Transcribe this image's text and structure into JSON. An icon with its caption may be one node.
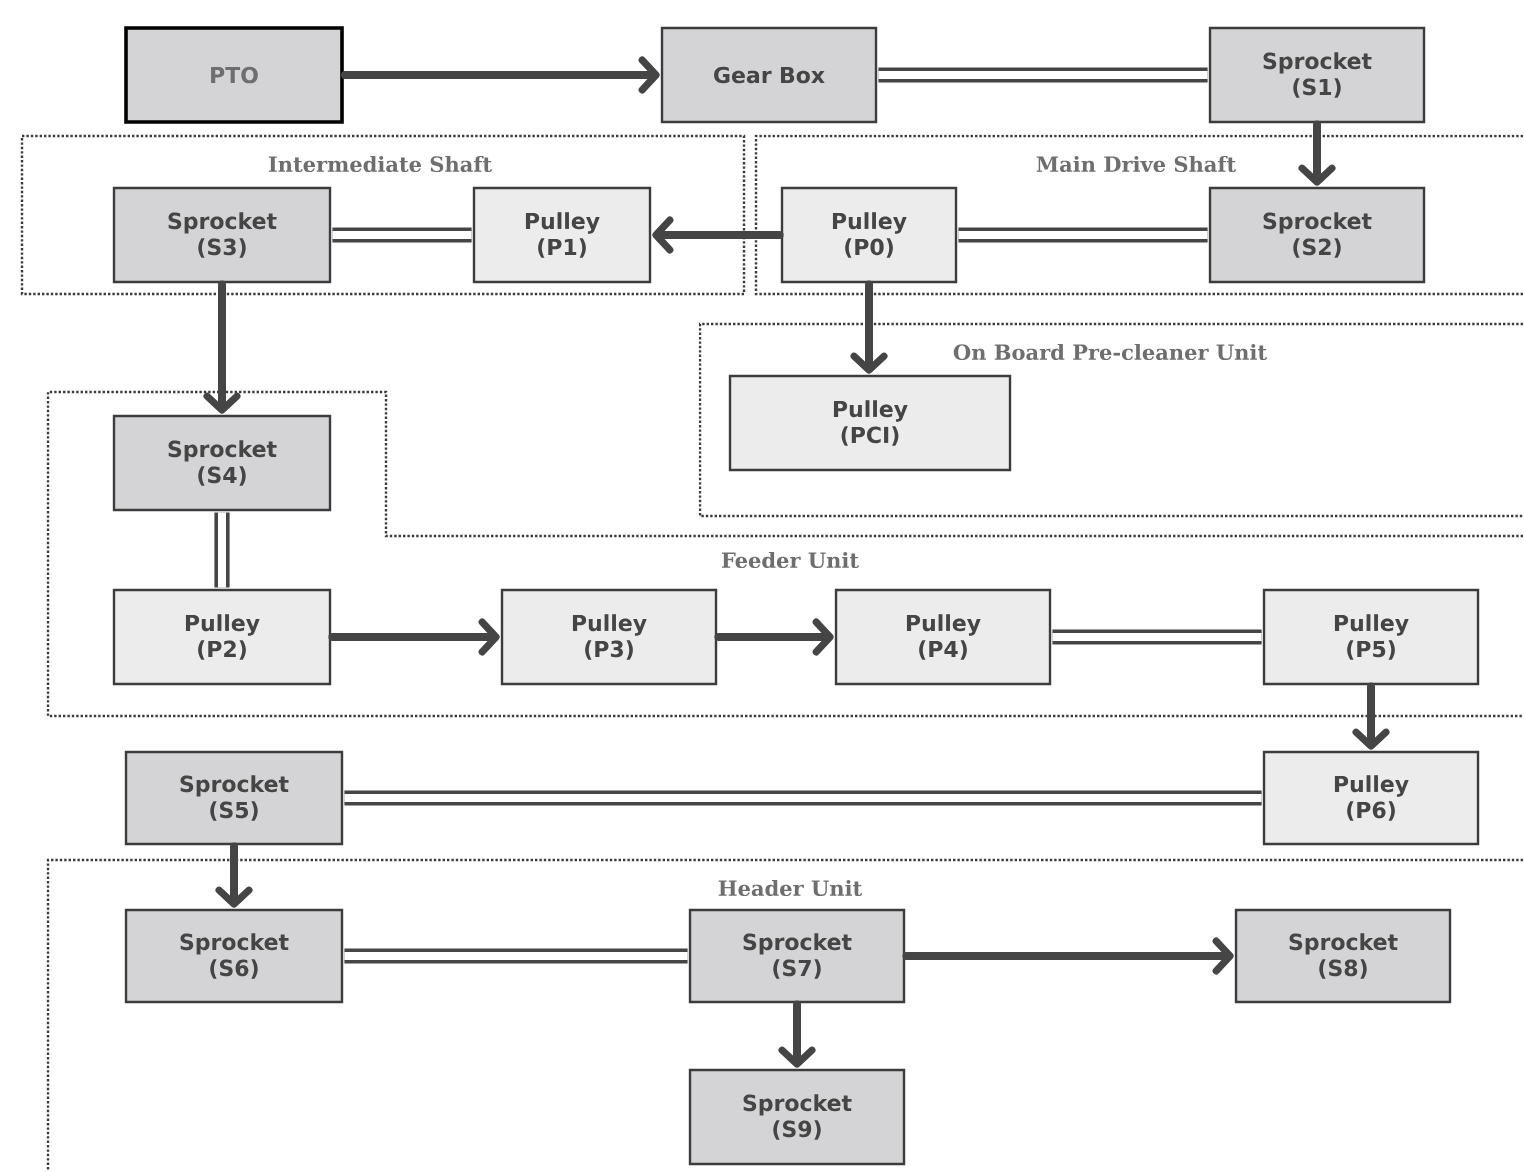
{
  "diagram": {
    "nodes": [
      {
        "text": [
          "PTO"
        ]
      },
      {
        "text": [
          "Gear Box"
        ]
      },
      {
        "text": [
          "Sprocket (S1)"
        ]
      },
      {
        "text": [
          "Intermediate Shaft"
        ]
      },
      {
        "text": [
          "Main Drive Shaft"
        ]
      },
      {
        "text": [
          "Sprocket (S3)"
        ],
        "in": 3
      },
      {
        "text": [
          "Pulley (P1)"
        ],
        "in": 3
      },
      {
        "text": [
          "Pulley (P0)"
        ],
        "in": 4
      },
      {
        "text": [
          "Sprocket (S2)"
        ],
        "in": 4
      },
      {
        "text": [
          "On Board Pre-cleaner Unit"
        ]
      },
      {
        "text": [
          "Pulley (PCI)"
        ],
        "in": 9
      },
      {
        "text": [
          "Feeder Unit"
        ]
      },
      {
        "text": [
          "Sprocket (S4)"
        ],
        "in": 11
      },
      {
        "text": [
          "Pulley (P2)"
        ],
        "in": 11
      },
      {
        "text": [
          "Pulley (P3)"
        ],
        "in": 11
      },
      {
        "text": [
          "Pulley (P4)"
        ],
        "in": 11
      },
      {
        "text": [
          "Pulley (P5)"
        ],
        "in": 11
      },
      {
        "text": [
          "Sprocket (S5)"
        ]
      },
      {
        "text": [
          "Pulley (P6)"
        ]
      },
      {
        "text": [
          "Header Unit"
        ]
      },
      {
        "text": [
          "Sprocket (S6)"
        ],
        "in": 19
      },
      {
        "text": [
          "Sprocket (S7)"
        ],
        "in": 19
      },
      {
        "text": [
          "Sprocket (S8)"
        ],
        "in": 19
      },
      {
        "text": [
          "Sprocket (S9)"
        ],
        "in": 19
      }
    ],
    "edges": [
      {
        "from": 0,
        "to": 1,
        "arrow": "to"
      },
      {
        "from": 1,
        "to": 2,
        "arrow": "none",
        "style": "thick"
      },
      {
        "from": 2,
        "to": 8,
        "arrow": "to"
      },
      {
        "from": 8,
        "to": 7,
        "arrow": "none",
        "style": "thick"
      },
      {
        "from": 7,
        "to": 6,
        "arrow": "to"
      },
      {
        "from": 6,
        "to": 5,
        "arrow": "none",
        "style": "thick"
      },
      {
        "from": 5,
        "to": 12,
        "arrow": "to"
      },
      {
        "from": 7,
        "to": 10,
        "arrow": "to"
      },
      {
        "from": 12,
        "to": 13,
        "arrow": "none",
        "style": "thick"
      },
      {
        "from": 13,
        "to": 14,
        "arrow": "to"
      },
      {
        "from": 14,
        "to": 15,
        "arrow": "to"
      },
      {
        "from": 15,
        "to": 16,
        "arrow": "none",
        "style": "thick"
      },
      {
        "from": 16,
        "to": 18,
        "arrow": "to"
      },
      {
        "from": 18,
        "to": 17,
        "arrow": "none",
        "style": "thick"
      },
      {
        "from": 17,
        "to": 20,
        "arrow": "to"
      },
      {
        "from": 20,
        "to": 21,
        "arrow": "none",
        "style": "thick"
      },
      {
        "from": 21,
        "to": 22,
        "arrow": "to"
      },
      {
        "from": 21,
        "to": 23,
        "arrow": "to"
      }
    ]
  }
}
